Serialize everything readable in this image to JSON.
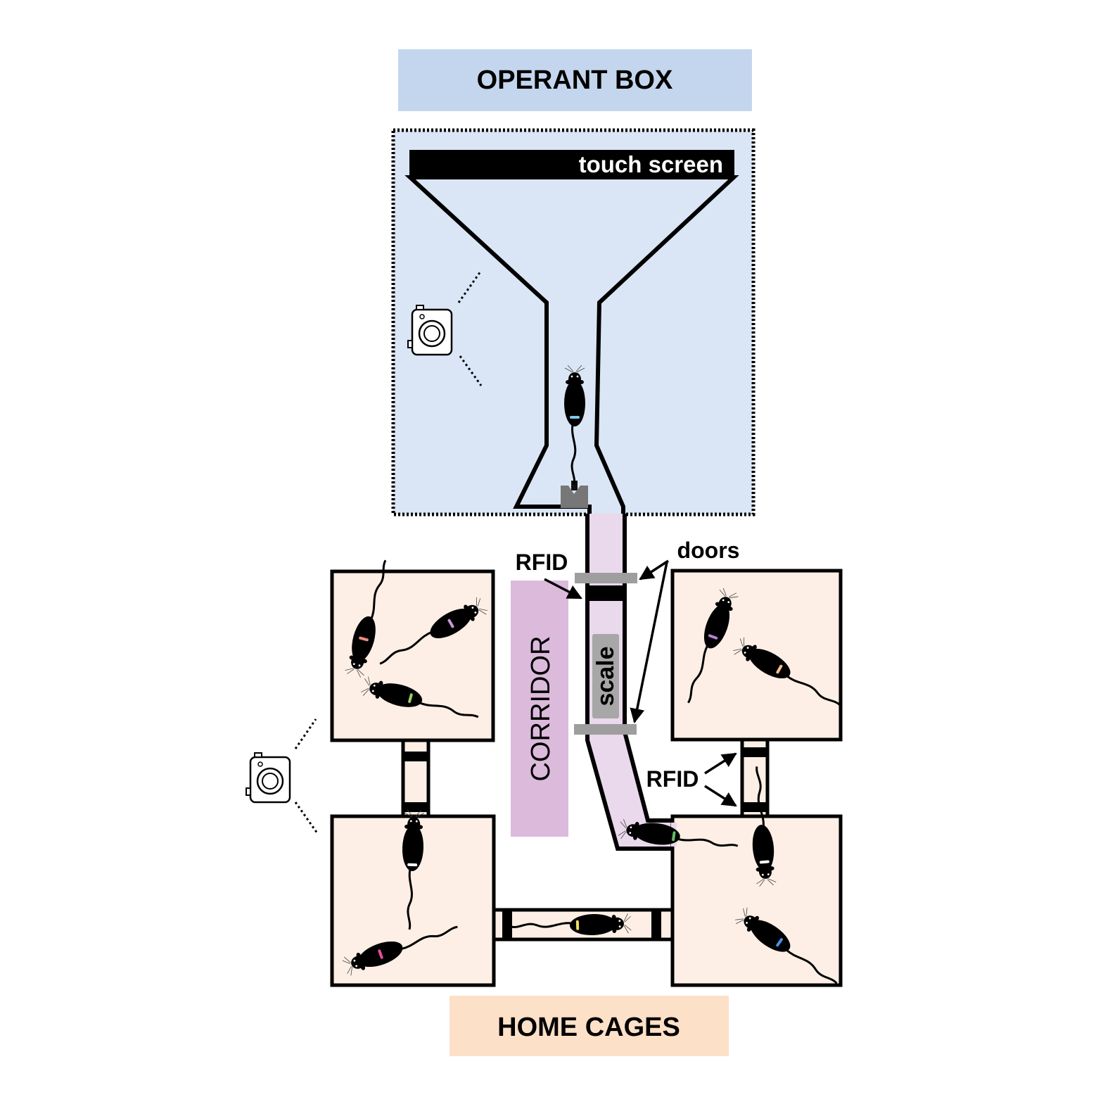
{
  "labels": {
    "operant_box": "OPERANT BOX",
    "touch_screen": "touch screen",
    "rfid_top": "RFID",
    "doors": "doors",
    "corridor": "CORRIDOR",
    "scale": "scale",
    "rfid_right": "RFID",
    "home_cages": "HOME CAGES"
  },
  "colors": {
    "operant_header": "#c4d6ee",
    "operant_area": "#dae6f5",
    "home_cage_header": "#fde0c8",
    "home_cage_fill": "#fdefe5",
    "corridor_label_bg": "#dcbadc",
    "corridor_tube": "#ead8ec",
    "door": "#9e9e9e",
    "scale": "#a7a7a7",
    "outline": "#000000"
  },
  "mouse_tag_colors": [
    "#7ec8e8",
    "#f28b82",
    "#c39bd3",
    "#9ccc65",
    "#ffffff",
    "#e84d9a",
    "#f0e060",
    "#66bb6a",
    "#b47fd6",
    "#f5c08a",
    "#ffffff",
    "#4a90e2"
  ]
}
